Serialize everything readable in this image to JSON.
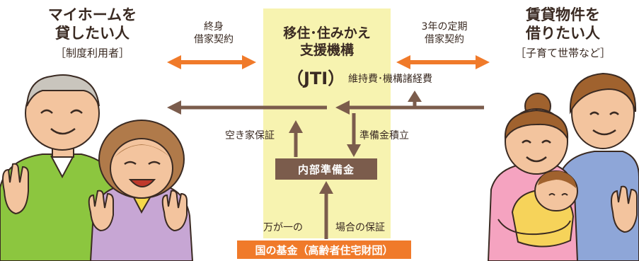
{
  "owners": {
    "title_line1": "マイホームを",
    "title_line2": "貸したい人",
    "subtitle": "［制度利用者］"
  },
  "tenants": {
    "title_line1": "賃貸物件を",
    "title_line2": "借りたい人",
    "subtitle": "［子育て世帯など］"
  },
  "center": {
    "line1": "移住･住みかえ",
    "line2": "支援機構",
    "line3": "（JTI）",
    "costs": "維持費･機構諸経費"
  },
  "left_contract": {
    "line1": "終身",
    "line2": "借家契約"
  },
  "right_contract": {
    "line1": "3年の定期",
    "line2": "借家契約"
  },
  "vacancy_guarantee": "空き家保証",
  "reserve_accumulation": "準備金積立",
  "internal_reserve": "内部準備金",
  "contingency_left": "万が一の",
  "contingency_right": "場合の保証",
  "national_fund": "国の基金（高齢者住宅財団）",
  "colors": {
    "orange": "#f07a2a",
    "brown": "#7b5c4c",
    "center_band": "#f7f3b0",
    "owner_man_shirt": "#8cc63f",
    "owner_woman_top": "#c7a6d4",
    "tenant_woman_top": "#f5a3c0",
    "tenant_man_top": "#8ea6d8",
    "baby": "#f6d35a"
  }
}
